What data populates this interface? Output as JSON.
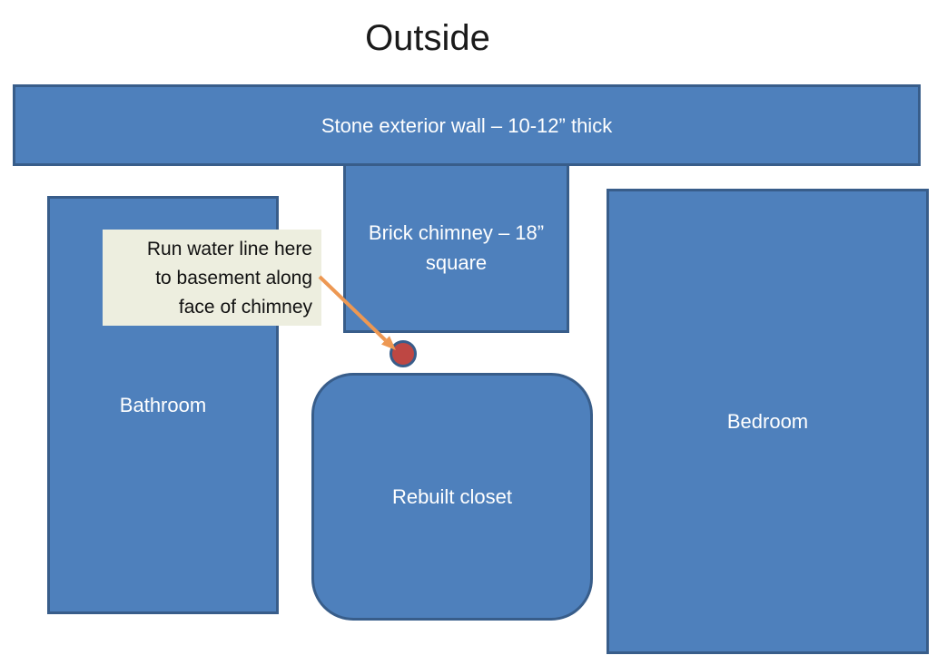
{
  "slide": {
    "title": "Outside"
  },
  "shapes": {
    "stone_wall": {
      "label": "Stone exterior wall – 10-12” thick"
    },
    "chimney": {
      "label_line1": "Brick chimney – 18”",
      "label_line2": "square"
    },
    "bathroom": {
      "label": "Bathroom"
    },
    "bedroom": {
      "label": "Bedroom"
    },
    "closet": {
      "label": "Rebuilt closet"
    }
  },
  "callout": {
    "lines": [
      "Run water line here",
      "to basement along",
      "face of chimney"
    ]
  },
  "colors": {
    "shape_fill": "#4E80BC",
    "shape_border": "#385D8A",
    "shape_text": "#FFFFFF",
    "callout_fill": "#EDEEDF",
    "callout_text": "#111111",
    "arrow": "#ED9853",
    "marker_fill": "#BE4743",
    "marker_border": "#385D8A",
    "title_text": "#1A1A1A"
  }
}
